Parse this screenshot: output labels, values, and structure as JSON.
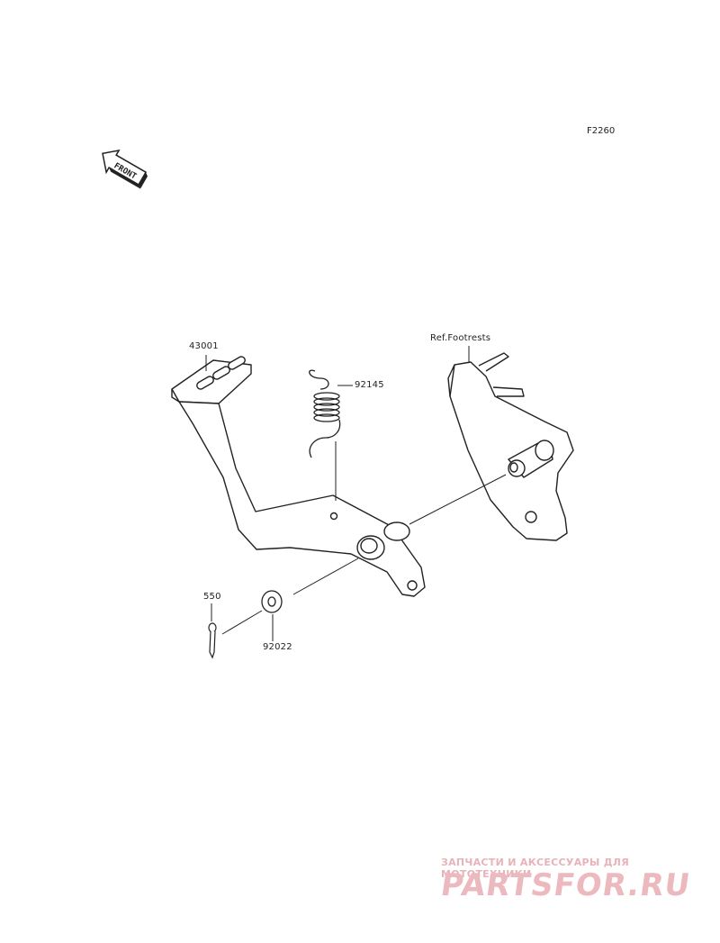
{
  "figure_code": "F2260",
  "front_marker": {
    "text": "FRONT",
    "icon": "front-arrow-icon"
  },
  "parts": [
    {
      "id": "43001"
    },
    {
      "id": "92145"
    },
    {
      "id": "550"
    },
    {
      "id": "92022"
    }
  ],
  "reference": "Ref.Footrests",
  "watermark": {
    "tagline": "ЗАПЧАСТИ И АКСЕССУАРЫ ДЛЯ МОТОТЕХНИКИ",
    "brand": "PARTSFOR.RU",
    "color": "#ecb9bf"
  }
}
